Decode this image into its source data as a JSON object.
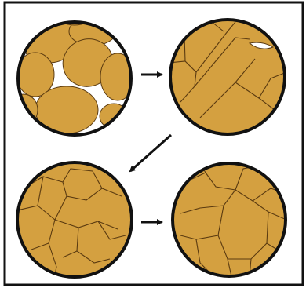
{
  "figure": {
    "panels": [
      {
        "id": "panel-1",
        "stage": 1,
        "description_icon": "loose-grains-with-pores"
      },
      {
        "id": "panel-2",
        "stage": 2,
        "description_icon": "grains-necking"
      },
      {
        "id": "panel-3",
        "stage": 3,
        "description_icon": "grains-consolidated"
      },
      {
        "id": "panel-4",
        "stage": 4,
        "description_icon": "grain-growth"
      }
    ],
    "arrows": [
      {
        "from": "panel-1",
        "to": "panel-2",
        "icon": "arrow-right-icon"
      },
      {
        "from": "panel-2",
        "to": "panel-3",
        "icon": "arrow-down-left-icon"
      },
      {
        "from": "panel-3",
        "to": "panel-4",
        "icon": "arrow-right-icon"
      }
    ],
    "colors": {
      "grain_fill": "#d4a040",
      "grain_edge": "#5a3a10",
      "circle_border": "#111111",
      "pore": "#ffffff",
      "frame": "#111111",
      "arrow": "#111111"
    }
  }
}
